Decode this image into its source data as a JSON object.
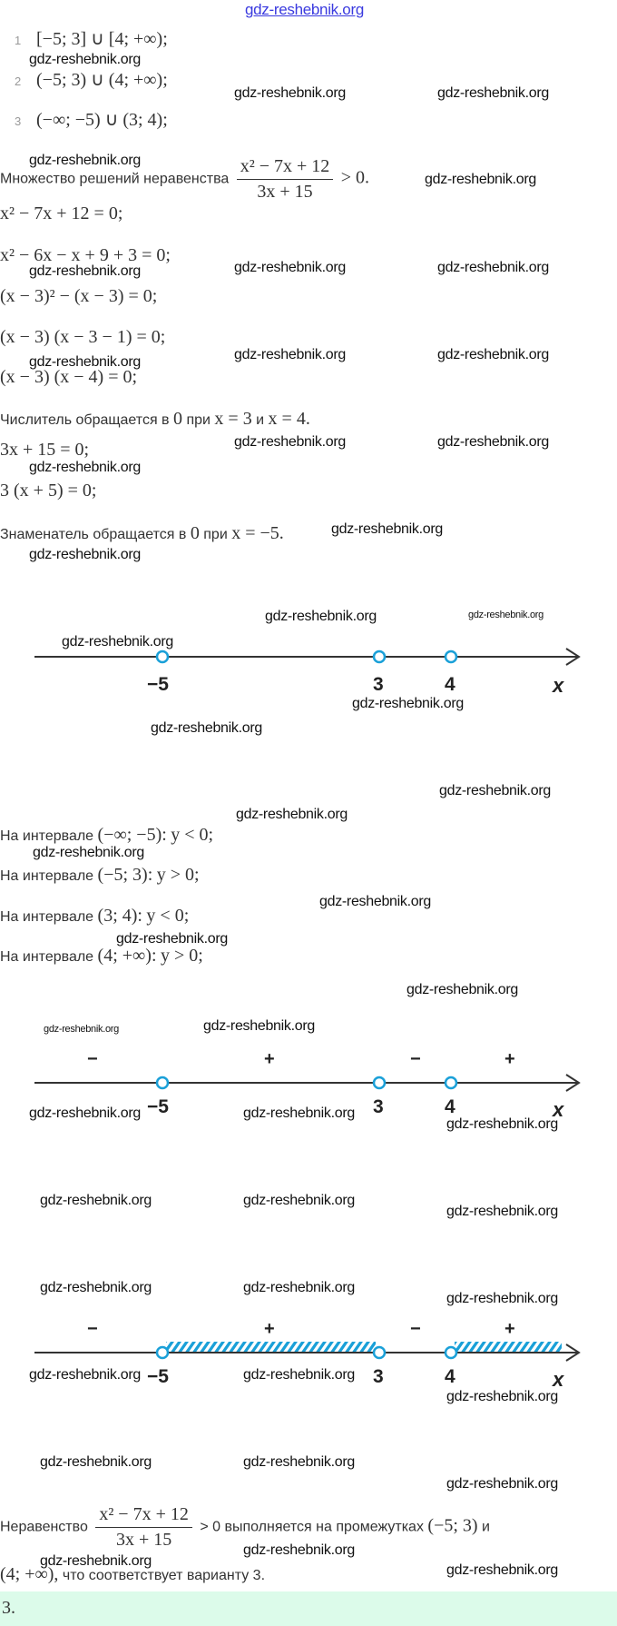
{
  "watermark": "gdz-reshebnik.org",
  "options": [
    {
      "num": "1",
      "text": "[−5; 3] ∪ [4; +∞);"
    },
    {
      "num": "2",
      "text": "(−5; 3) ∪ (4; +∞);"
    },
    {
      "num": "3",
      "text": "(−∞; −5) ∪ (3; 4);"
    }
  ],
  "problem": {
    "label": "Множество решений неравенства",
    "numerator": "x² − 7x + 12",
    "denominator": "3x + 15",
    "tail": "> 0."
  },
  "steps": [
    "x² − 7x + 12 = 0;",
    "x² − 6x − x + 9 + 3 = 0;",
    "(x − 3)² − (x − 3) = 0;",
    "(x − 3) (x − 3 − 1) = 0;",
    "(x − 3) (x − 4) = 0;"
  ],
  "numerator_zero": {
    "text": "Числитель обращается в",
    "zero": "0",
    "at": "при",
    "x1": "x = 3",
    "and": "и",
    "x2": "x = 4."
  },
  "denominator_steps": [
    "3x + 15 = 0;",
    "3 (x + 5) = 0;"
  ],
  "denominator_zero": {
    "text": "Знаменатель обращается в",
    "zero": "0",
    "at": "при",
    "x": "x = −5."
  },
  "number_line": {
    "points": [
      "−5",
      "3",
      "4"
    ],
    "axis": "x"
  },
  "intervals": [
    {
      "label": "На интервале",
      "interval": "(−∞; −5):",
      "sign": "y < 0;"
    },
    {
      "label": "На интервале",
      "interval": "(−5; 3):",
      "sign": "y > 0;"
    },
    {
      "label": "На интервале",
      "interval": "(3; 4):",
      "sign": "y < 0;"
    },
    {
      "label": "На интервале",
      "interval": "(4; +∞):",
      "sign": "y > 0;"
    }
  ],
  "signs": [
    "−",
    "+",
    "−",
    "+"
  ],
  "conclusion": {
    "label": "Неравенство",
    "numerator": "x² − 7x + 12",
    "denominator": "3x + 15",
    "middle": "> 0 выполняется на промежутках",
    "int1": "(−5; 3)",
    "and": "и",
    "int2": "(4; +∞),",
    "end": "что соответствует варианту 3."
  },
  "answer": "3."
}
